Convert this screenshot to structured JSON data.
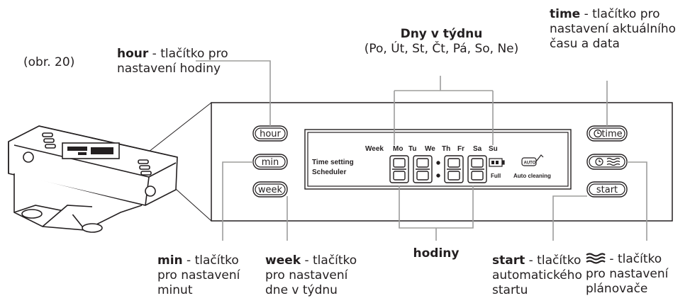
{
  "figure_label": "(obr. 20)",
  "callouts": {
    "hour": {
      "key": "hour",
      "rest": " - tlačítko pro",
      "line2": "nastavení hodiny"
    },
    "days": {
      "title": "Dny v týdnu",
      "list": "(Po, Út, St, Čt, Pá, So, Ne)"
    },
    "time": {
      "key": "time",
      "rest": " - tlačítko pro",
      "line2": "nastavení aktuálního",
      "line3": "času a data"
    },
    "min": {
      "key": "min",
      "rest": " - tlačítko",
      "line2": "pro nastavení",
      "line3": "minut"
    },
    "week": {
      "key": "week",
      "rest": " - tlačítko",
      "line2": "pro nastavení",
      "line3": "dne v týdnu"
    },
    "hodiny": {
      "key": "hodiny"
    },
    "start": {
      "key": "start",
      "rest": " - tlačítko",
      "line2": "automatického",
      "line3": "startu"
    },
    "scheduler": {
      "rest": " - tlačítko",
      "line2": "pro nastavení",
      "line3": "plánovače"
    }
  },
  "buttons": {
    "hour": "hour",
    "min": "min",
    "week": "week",
    "time": "time",
    "start": "start"
  },
  "lcd": {
    "week_label": "Week",
    "days": [
      "Mo",
      "Tu",
      "We",
      "Th",
      "Fr",
      "Sa",
      "Su"
    ],
    "time_setting": "Time setting",
    "scheduler": "Scheduler",
    "digits": "88:88",
    "full": "Full",
    "auto_badge": "AUTO",
    "auto_cleaning": "Auto cleaning"
  },
  "colors": {
    "line": "#231f20",
    "leader": "#9d9d9c"
  }
}
